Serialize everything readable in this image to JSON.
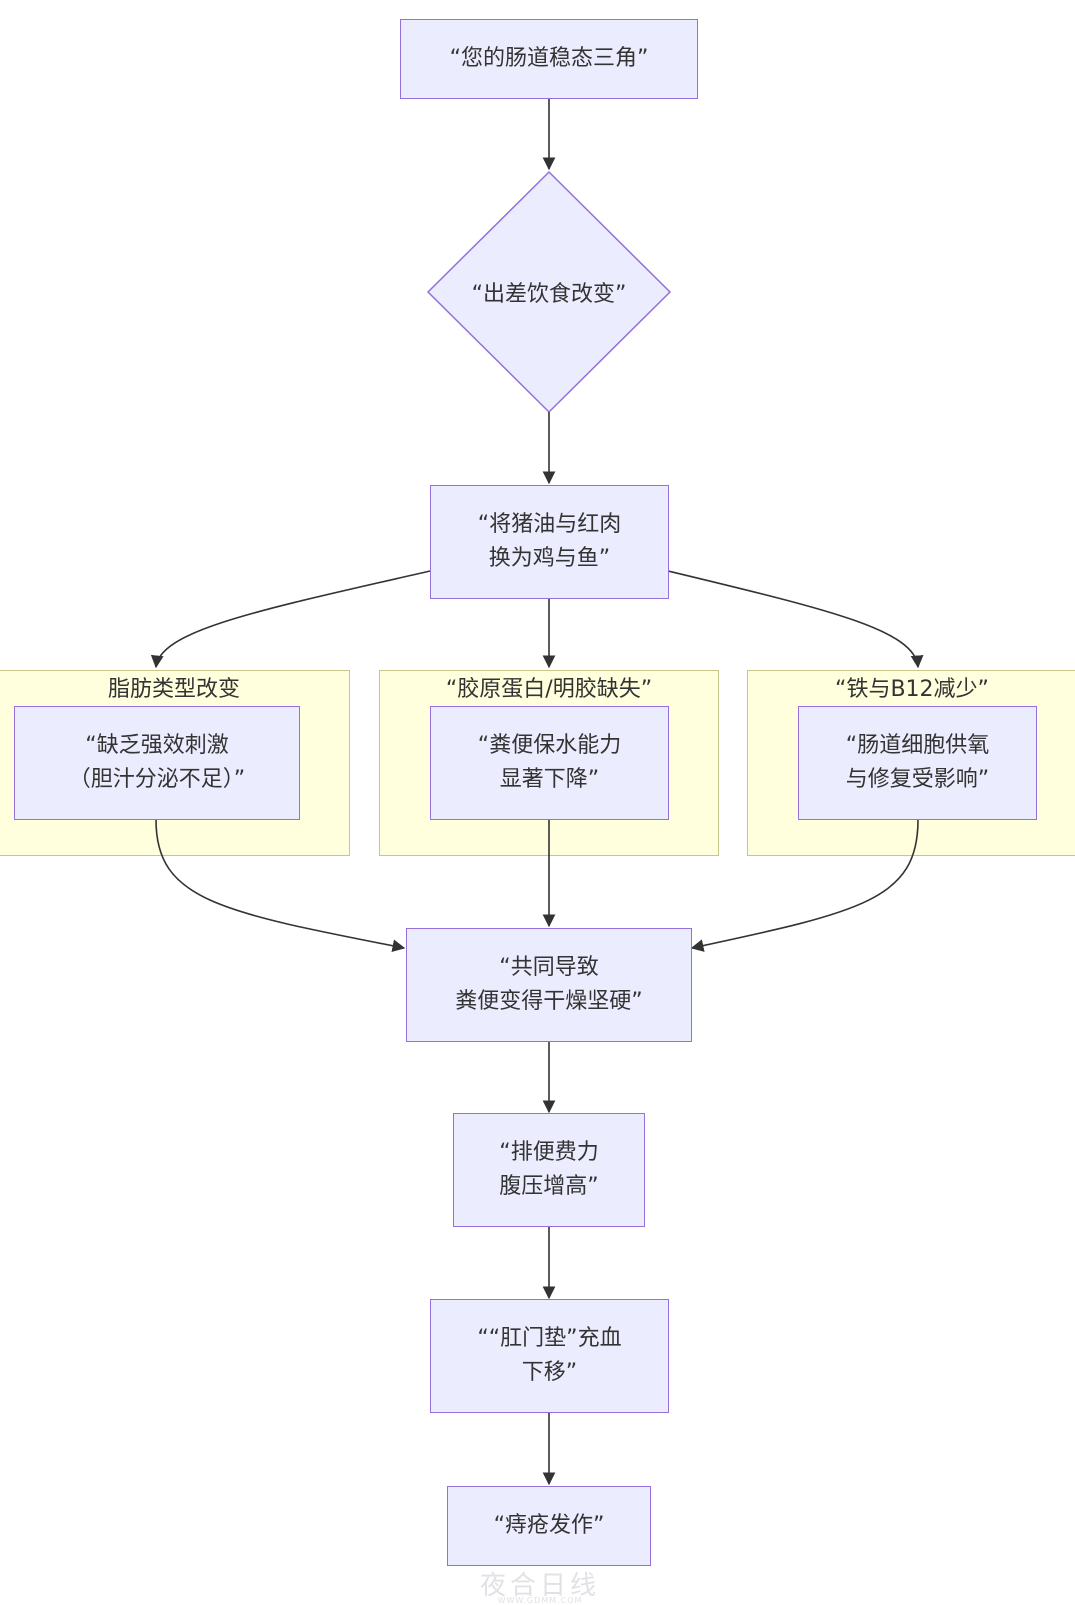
{
  "nodes": {
    "n1": "“您的肠道稳态三角”",
    "n2": "“出差饮食改变”",
    "n3": "“将猪油与红肉\n换为鸡与鱼”",
    "n4": "“缺乏强效刺激\n（胆汁分泌不足）”",
    "n5": "“粪便保水能力\n显著下降”",
    "n6": "“肠道细胞供氧\n与修复受影响”",
    "n7": "“共同导致\n粪便变得干燥坚硬”",
    "n8": "“排便费力\n腹压增高”",
    "n9": "““肛门垫”充血\n下移”",
    "n10": "“痔疮发作”"
  },
  "clusters": {
    "c1": "脂肪类型改变",
    "c2": "“胶原蛋白/明胶缺失”",
    "c3": "“铁与B12减少”"
  },
  "edges": [
    [
      "n1",
      "n2"
    ],
    [
      "n2",
      "n3"
    ],
    [
      "n3",
      "n4"
    ],
    [
      "n3",
      "n5"
    ],
    [
      "n3",
      "n6"
    ],
    [
      "n4",
      "n7"
    ],
    [
      "n5",
      "n7"
    ],
    [
      "n6",
      "n7"
    ],
    [
      "n7",
      "n8"
    ],
    [
      "n8",
      "n9"
    ],
    [
      "n9",
      "n10"
    ]
  ],
  "colors": {
    "node_fill": "#ececff",
    "node_stroke": "#9370db",
    "cluster_fill": "#ffffde",
    "cluster_stroke": "#c6c68a",
    "edge": "#333333"
  },
  "watermark": {
    "main": "夜合日线",
    "sub": "WWW.GDMM.COM"
  }
}
